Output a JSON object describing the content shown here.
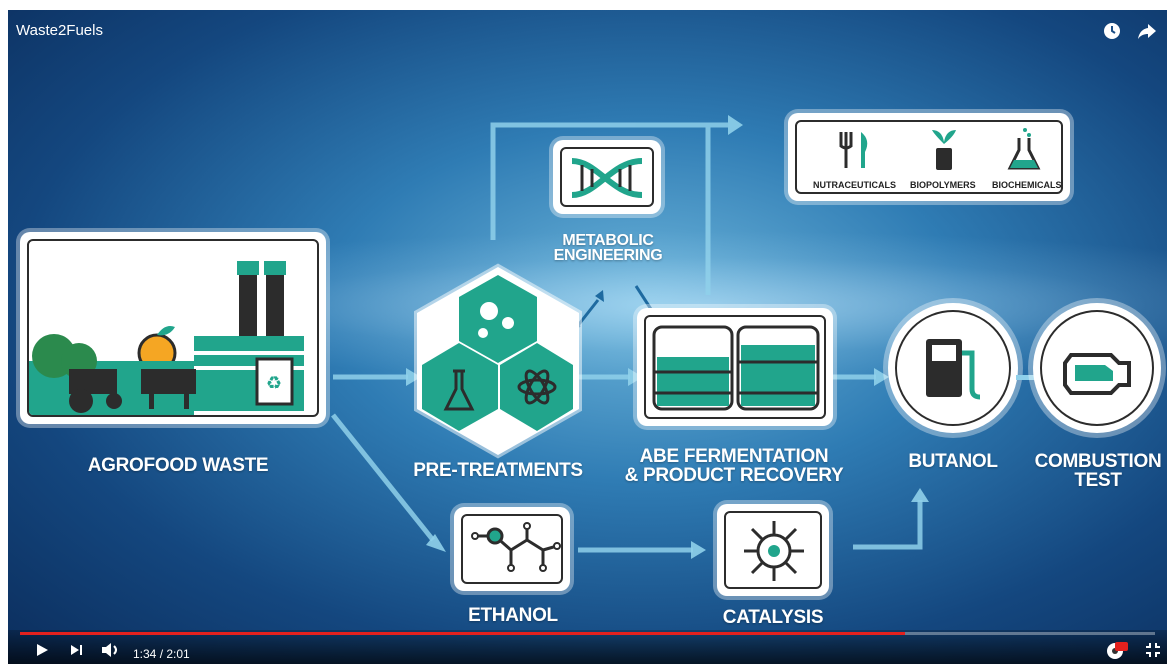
{
  "video": {
    "title": "Waste2Fuels",
    "time_display": "1:34 / 2:01",
    "progress": 0.78,
    "accent": "#e3211e"
  },
  "diagram": {
    "stages": {
      "agrofood": "AGROFOOD WASTE",
      "pretreatments": "PRE-TREATMENTS",
      "metabolic_line1": "METABOLIC",
      "metabolic_line2": "ENGINEERING",
      "abe_line1": "ABE FERMENTATION",
      "abe_line2": "& PRODUCT RECOVERY",
      "butanol": "BUTANOL",
      "combustion_line1": "COMBUSTION",
      "combustion_line2": "TEST",
      "ethanol": "ETHANOL",
      "catalysis": "CATALYSIS"
    },
    "products": [
      "NUTRACEUTICALS",
      "BIOPOLYMERS",
      "BIOCHEMICALS"
    ],
    "colors": {
      "teal": "#21a58c",
      "dark": "#2c2c2c",
      "arrow": "#8fd0ea"
    }
  },
  "icons": [
    "clock-icon",
    "share-icon",
    "play-icon",
    "next-icon",
    "volume-icon",
    "hd-settings-icon",
    "exit-fullscreen-icon"
  ]
}
